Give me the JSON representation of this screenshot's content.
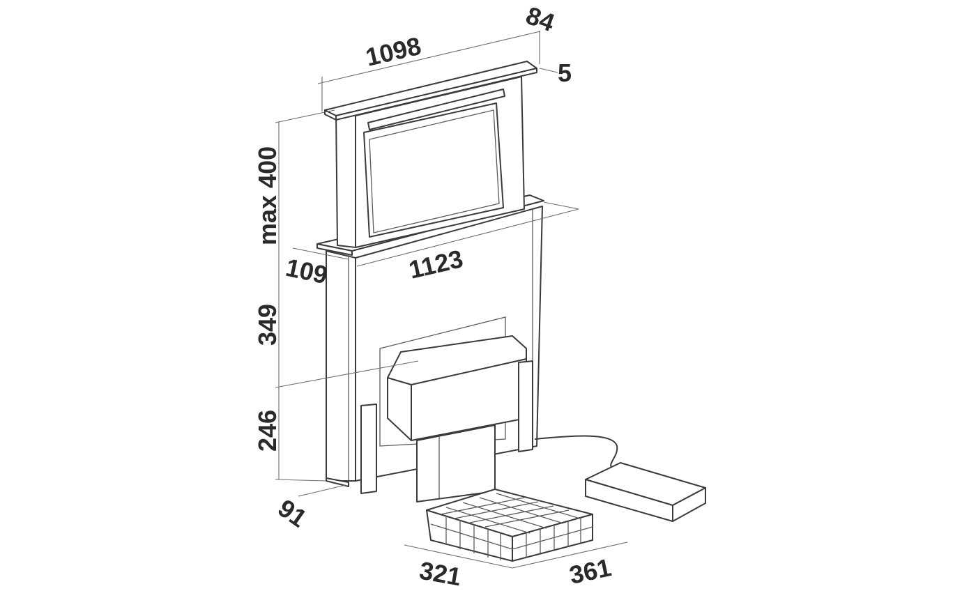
{
  "diagram": {
    "dimensions": {
      "top_width": "1098",
      "top_depth": "84",
      "top_lip": "5",
      "max_rise": "max 400",
      "body_width": "1123",
      "body_depth": "109",
      "body_height": "349",
      "lower_height": "246",
      "base_depth": "91",
      "filter_width": "321",
      "filter_depth": "361"
    },
    "colors": {
      "line": "#3a3a3a",
      "text": "#2a2a2a",
      "background": "#ffffff"
    }
  }
}
